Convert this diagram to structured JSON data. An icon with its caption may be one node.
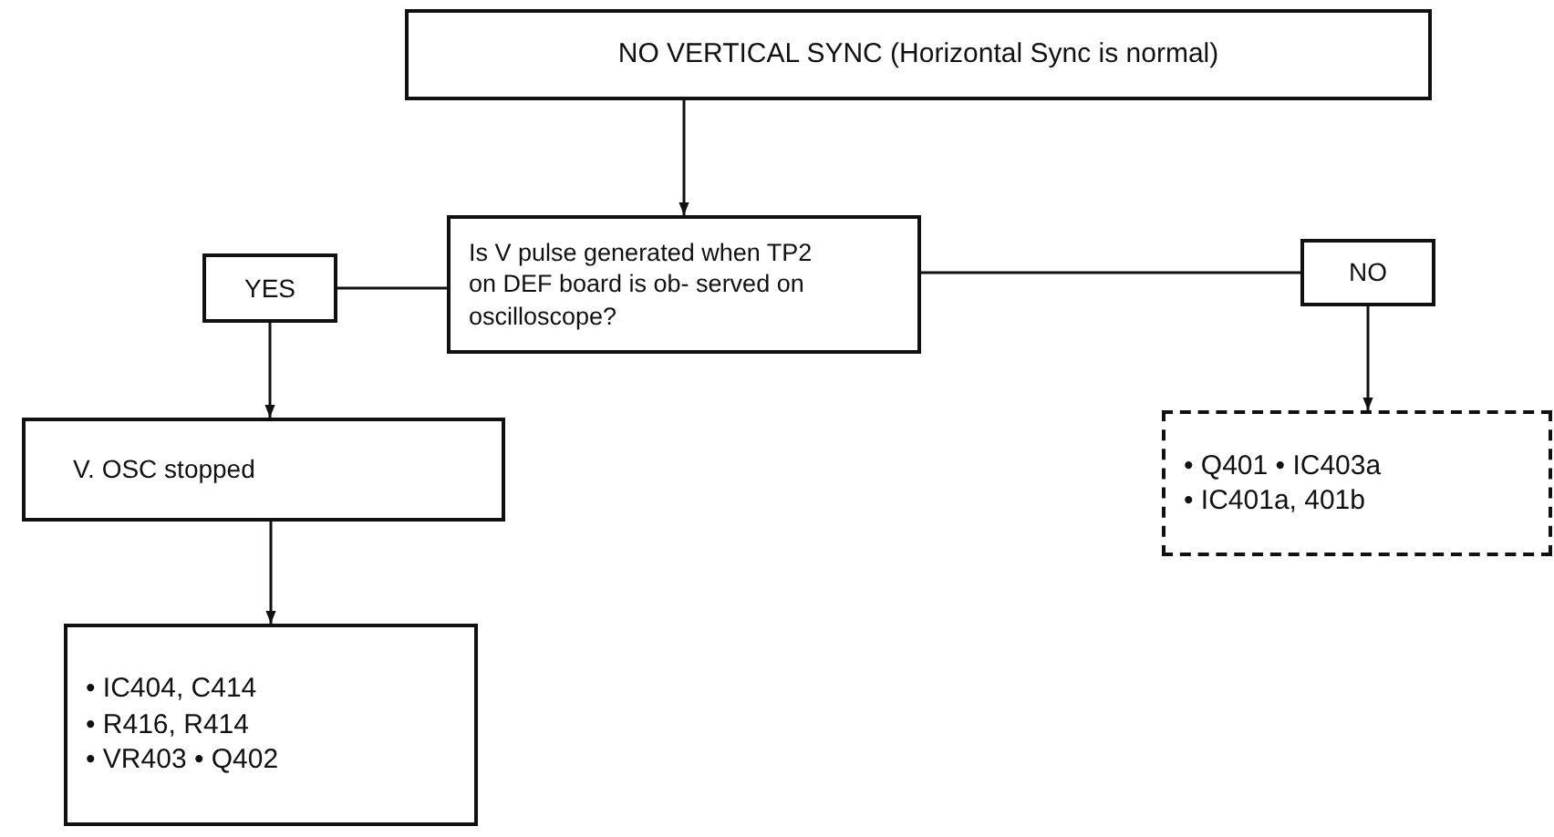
{
  "diagram": {
    "nodes": [
      {
        "text": [
          "NO VERTICAL SYNC (Horizontal Sync is normal)"
        ]
      },
      {
        "text": [
          "Is V pulse generated when TP2 on DEF board is ob- served on oscilloscope?"
        ]
      },
      {
        "text": [
          "YES"
        ]
      },
      {
        "text": [
          "NO"
        ]
      },
      {
        "text": [
          "V. OSC stopped"
        ]
      },
      {
        "text": [
          "• IC404, C414",
          "• R416, R414",
          "• VR403 • Q402"
        ]
      },
      {
        "text": [
          "• Q401 • IC403a",
          "• IC401a, 401b"
        ]
      }
    ],
    "edges": [
      {
        "from": 0,
        "to": 1,
        "arrow": "to"
      },
      {
        "from": 1,
        "to": 2,
        "arrow": "none"
      },
      {
        "from": 1,
        "to": 3,
        "arrow": "none"
      },
      {
        "from": 2,
        "to": 4,
        "arrow": "to"
      },
      {
        "from": 4,
        "to": 5,
        "arrow": "to"
      },
      {
        "from": 3,
        "to": 6,
        "arrow": "to"
      }
    ]
  }
}
